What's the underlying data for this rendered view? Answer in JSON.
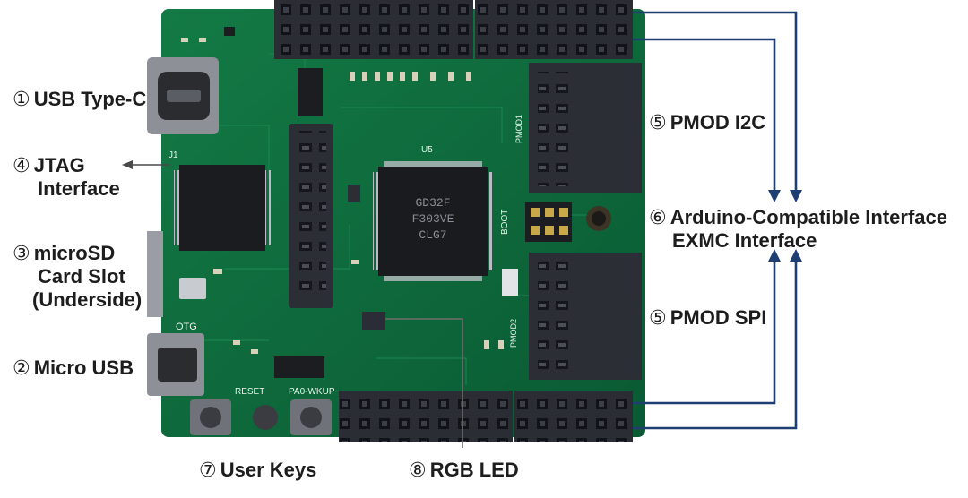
{
  "labels": {
    "usb_type_c": {
      "num": "①",
      "lines": [
        "USB Type-C"
      ]
    },
    "jtag": {
      "num": "④",
      "lines": [
        "JTAG",
        "Interface"
      ]
    },
    "microsd": {
      "num": "③",
      "lines": [
        "microSD",
        "Card Slot",
        "(Underside)"
      ]
    },
    "micro_usb": {
      "num": "②",
      "lines": [
        "Micro USB"
      ]
    },
    "pmod_i2c": {
      "num": "⑤",
      "lines": [
        "PMOD I2C"
      ]
    },
    "arduino": {
      "num": "⑥",
      "lines": [
        "Arduino-Compatible Interface",
        "EXMC Interface"
      ]
    },
    "pmod_spi": {
      "num": "⑤",
      "lines": [
        "PMOD SPI"
      ]
    },
    "user_keys": {
      "num": "⑦",
      "lines": [
        "User Keys"
      ]
    },
    "rgb_led": {
      "num": "⑧",
      "lines": [
        "RGB LED"
      ]
    }
  },
  "board": {
    "chip_text": [
      "GD32F",
      "F303VE",
      "CLG7"
    ],
    "silk_boot": "BOOT",
    "silk_reset": "RESET",
    "silk_wakeup": "PA0-WKUP",
    "silk_otg": "OTG",
    "silk_pmod1": "PMOD1",
    "silk_pmod2": "PMOD2",
    "silk_u5": "U5",
    "silk_j1": "J1"
  },
  "colors": {
    "pcb": "#0d6b3c",
    "header": "#2a2d33",
    "arrow": "#1f3f73",
    "label": "#1d1d1d"
  }
}
